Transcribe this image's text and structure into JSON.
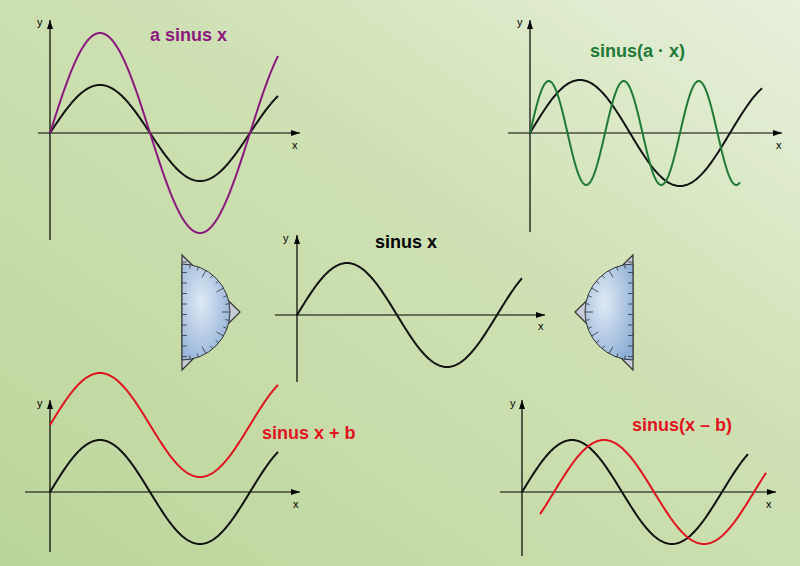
{
  "diagram": {
    "labels": [
      "a sinus x",
      "y",
      "x",
      "sinus(a · x)",
      "y",
      "x",
      "sinus x",
      "y",
      "x",
      "sinus x + b",
      "y",
      "x",
      "sinus(x – b)",
      "y",
      "x"
    ]
  }
}
